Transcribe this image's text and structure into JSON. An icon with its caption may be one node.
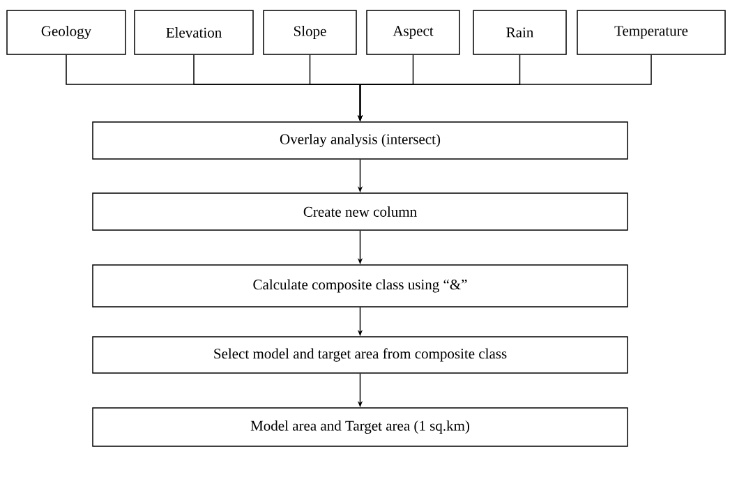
{
  "diagram": {
    "nodes": [
      {
        "text": [
          "Geology"
        ]
      },
      {
        "text": [
          "Elevation"
        ]
      },
      {
        "text": [
          "Slope"
        ]
      },
      {
        "text": [
          "Aspect"
        ]
      },
      {
        "text": [
          "Rain"
        ]
      },
      {
        "text": [
          "Temperature"
        ]
      },
      {
        "text": [
          "Overlay analysis (intersect)"
        ]
      },
      {
        "text": [
          "Create new column"
        ]
      },
      {
        "text": [
          "Calculate composite class using “&”"
        ]
      },
      {
        "text": [
          "Select model and target area from composite class"
        ]
      },
      {
        "text": [
          "Model area and Target area (1 sq.km)"
        ]
      }
    ],
    "edges": [
      {
        "from": 0,
        "to": 6,
        "arrow": "to"
      },
      {
        "from": 1,
        "to": 6,
        "arrow": "to"
      },
      {
        "from": 2,
        "to": 6,
        "arrow": "to"
      },
      {
        "from": 3,
        "to": 6,
        "arrow": "to"
      },
      {
        "from": 4,
        "to": 6,
        "arrow": "to"
      },
      {
        "from": 5,
        "to": 6,
        "arrow": "to"
      },
      {
        "from": 6,
        "to": 7,
        "arrow": "to"
      },
      {
        "from": 7,
        "to": 8,
        "arrow": "to"
      },
      {
        "from": 8,
        "to": 9,
        "arrow": "to"
      },
      {
        "from": 9,
        "to": 10,
        "arrow": "to"
      }
    ]
  }
}
